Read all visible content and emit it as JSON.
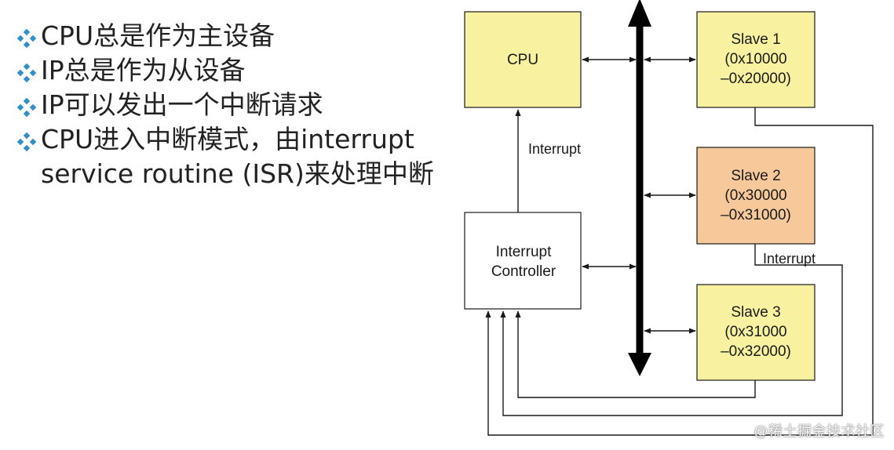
{
  "bullets": [
    "CPU总是作为主设备",
    "IP总是作为从设备",
    "IP可以发出一个中断请求",
    "CPU进入中断模式，由interrupt service routine (ISR)来处理中断"
  ],
  "diagram": {
    "cpu": {
      "label": "CPU",
      "fill": "#f7f1a0"
    },
    "slave1": {
      "lines": [
        "Slave 1",
        "(0x10000",
        "–0x20000)"
      ],
      "fill": "#f7f1a0"
    },
    "slave2": {
      "lines": [
        "Slave 2",
        "(0x30000",
        "–0x31000)"
      ],
      "fill": "#f7c99a"
    },
    "slave3": {
      "lines": [
        "Slave 3",
        "(0x31000",
        "–0x32000)"
      ],
      "fill": "#f7f1a0"
    },
    "interrupt_controller": {
      "lines": [
        "Interrupt",
        "Controller"
      ],
      "fill": "#ffffff"
    },
    "interrupt_label_cpu": "Interrupt",
    "interrupt_label_slave2": "Interrupt"
  },
  "colors": {
    "bullet_icon": "#2f8fc6",
    "stroke": "#1a1a1a"
  },
  "watermark": "@稀土掘金技术社区"
}
